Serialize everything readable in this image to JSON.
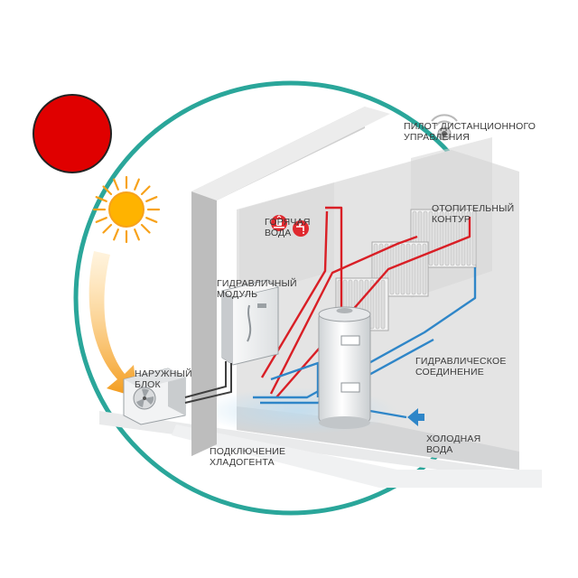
{
  "colors": {
    "ring": "#2aa69a",
    "sun_core": "#ffb300",
    "sun_rays": "#f7a21b",
    "red_disc": "#e00000",
    "hot_pipe": "#d91f26",
    "cold_pipe": "#2f86c8",
    "wall_light": "#e4e4e4",
    "wall_mid": "#cfcfcf",
    "icon_red": "#e0292f"
  },
  "labels": {
    "remote_control": [
      "ПИЛОТ ДИСТАНЦИОННОГО",
      "УПРАВЛЕНИЯ"
    ],
    "heating_circuit": [
      "ОТОПИТЕЛЬНЫЙ",
      "КОНТУР"
    ],
    "hot_water": [
      "ГОРЯЧАЯ",
      "ВОДА"
    ],
    "hydraulic_module": [
      "ГИДРАВЛИЧНЫЙ",
      "МОДУЛЬ"
    ],
    "hydraulic_connection": [
      "ГИДРАВЛИЧЕСКОЕ",
      "СОЕДИНЕНИЕ"
    ],
    "outdoor_unit": [
      "НАРУЖНЫЙ",
      "БЛОК"
    ],
    "cold_water": [
      "ХОЛОДНАЯ",
      "ВОДА"
    ],
    "refrigerant_connection": [
      "ПОДКЛЮЧЕНИЕ",
      "ХЛАДОГЕНТА"
    ]
  },
  "icons": [
    "sun-icon",
    "hot-water-tank-icon",
    "water-tap-icon",
    "radiator-icon",
    "remote-sensor-icon",
    "fan-icon"
  ]
}
